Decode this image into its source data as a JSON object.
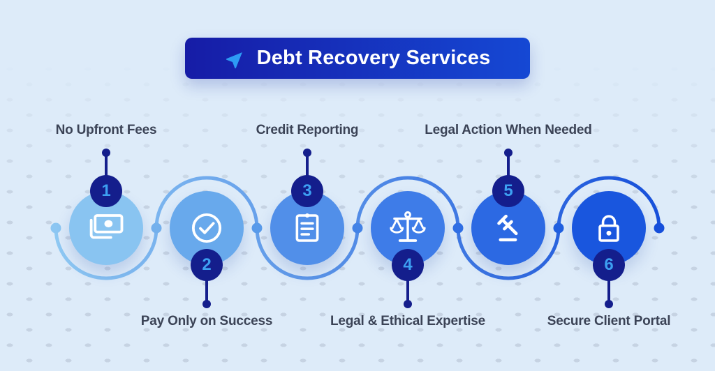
{
  "title": {
    "text": "Debt Recovery Services",
    "icon": "send-arrow-icon"
  },
  "items": [
    {
      "number": "1",
      "label": "No Upfront Fees",
      "icon": "banknote-icon",
      "label_position": "top",
      "circle_color": "#89C4F1"
    },
    {
      "number": "2",
      "label": "Pay Only on Success",
      "icon": "check-circle-icon",
      "label_position": "bottom",
      "circle_color": "#68A9EC"
    },
    {
      "number": "3",
      "label": "Credit Reporting",
      "icon": "clipboard-icon",
      "label_position": "top",
      "circle_color": "#518FE9"
    },
    {
      "number": "4",
      "label": "Legal & Ethical Expertise",
      "icon": "scales-icon",
      "label_position": "bottom",
      "circle_color": "#3E7CE8"
    },
    {
      "number": "5",
      "label": "Legal Action When Needed",
      "icon": "gavel-icon",
      "label_position": "top",
      "circle_color": "#2C69E3"
    },
    {
      "number": "6",
      "label": "Secure Client Portal",
      "icon": "lock-icon",
      "label_position": "bottom",
      "circle_color": "#1956DE"
    }
  ],
  "connector": {
    "gradient_start": "#8FC9F3",
    "gradient_end": "#1750DA",
    "dot_colors": [
      "#8CC6F2",
      "#74B1ED",
      "#599BEA",
      "#4484E7",
      "#306FE4",
      "#2160E0",
      "#164FDB"
    ]
  },
  "colors": {
    "background": "#DDEBF9",
    "banner_gradient_start": "#161CA6",
    "banner_gradient_end": "#1548D4",
    "badge_background": "#141E8C",
    "badge_number": "#3DA0F2",
    "label_text": "#3B4356",
    "icon_stroke": "#FFFFFF",
    "plane_icon": "#2D9BF4"
  }
}
